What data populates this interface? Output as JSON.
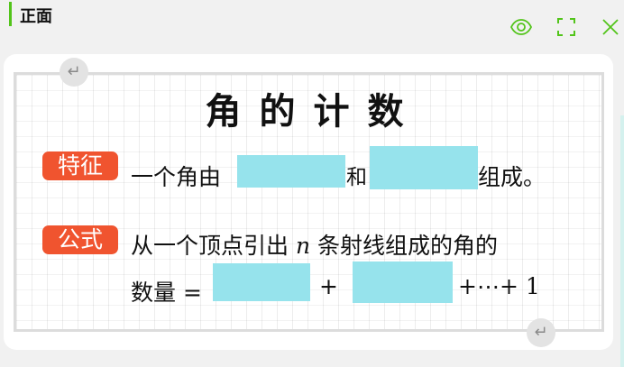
{
  "header": {
    "title": "正面"
  },
  "toolbar": {
    "icons": [
      "eye-icon",
      "fullscreen-icon",
      "close-icon"
    ],
    "accent": "#52c41a"
  },
  "card": {
    "heading": "角的计数",
    "feature": {
      "badge": "特征",
      "before": "一个角由",
      "middle": "和",
      "after": "组成。"
    },
    "formula": {
      "badge": "公式",
      "line1": "从一个顶点引出",
      "var": "n",
      "line1_end": "条射线组成的角的",
      "line2_start": "数量 =",
      "plus": "+",
      "tail": "+⋯+ 1"
    },
    "badge_color": "#f0542f",
    "blank_color": "#96e3ec"
  },
  "return_symbol": "↵"
}
